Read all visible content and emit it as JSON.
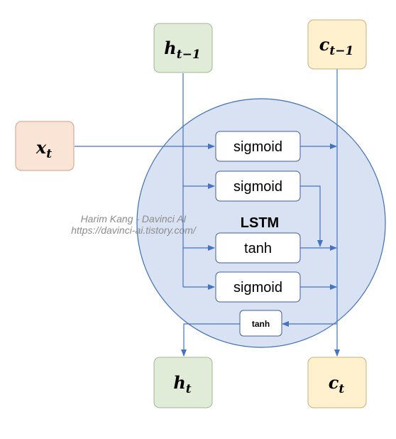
{
  "inputs": {
    "x": {
      "base": "x",
      "sub": "t",
      "fill": "#fae4d6",
      "stroke": "#d19e84"
    },
    "h_prev": {
      "base": "h",
      "sub": "t−1",
      "fill": "#e0ecd8",
      "stroke": "#9fb98f"
    },
    "c_prev": {
      "base": "c",
      "sub": "t−1",
      "fill": "#fff1cd",
      "stroke": "#c9b07a"
    }
  },
  "outputs": {
    "h": {
      "base": "h",
      "sub": "t",
      "fill": "#e0ecd8",
      "stroke": "#9fb98f"
    },
    "c": {
      "base": "c",
      "sub": "t",
      "fill": "#fff1cd",
      "stroke": "#c9b07a"
    }
  },
  "cell": {
    "label": "LSTM",
    "fill": "#d9e2f3",
    "stroke": "#3f6fb5"
  },
  "gates": [
    "sigmoid",
    "sigmoid",
    "tanh",
    "sigmoid"
  ],
  "out_tanh": "tanh",
  "watermark": {
    "line1": "Harim Kang - Davinci AI",
    "line2": "https://davinci-ai.tistory.com/"
  },
  "colors": {
    "arrow": "#4472c4",
    "box_stroke": "#3f5f8f"
  }
}
